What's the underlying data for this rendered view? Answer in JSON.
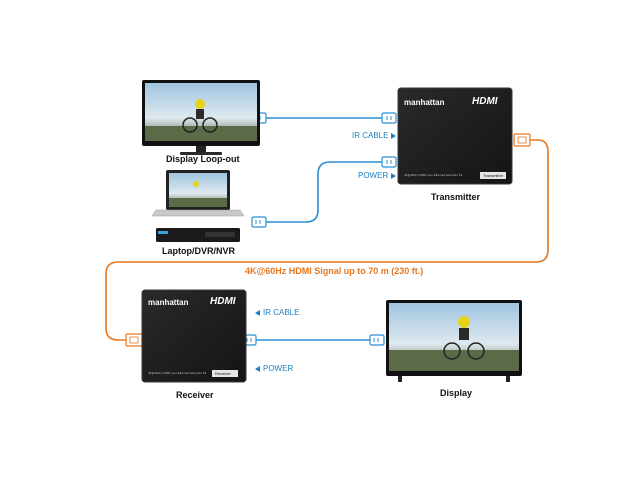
{
  "devices": {
    "display_loop_out": {
      "label": "Display Loop-out"
    },
    "source": {
      "label": "Laptop/DVR/NVR"
    },
    "transmitter": {
      "label": "Transmitter",
      "brand": "manhattan",
      "logo": "HDMI",
      "model_text": "4K@60Hz HDMI over Ethernet Extender Kit",
      "tag": "Transmitter"
    },
    "receiver": {
      "label": "Receiver",
      "brand": "manhattan",
      "logo": "HDMI",
      "model_text": "4K@60Hz HDMI over Ethernet Extender Kit",
      "tag": "Receiver"
    },
    "display": {
      "label": "Display"
    }
  },
  "ports": {
    "tx_ir": "IR CABLE",
    "tx_power": "POWER",
    "rx_ir": "IR CABLE",
    "rx_power": "POWER"
  },
  "signal_label": "4K@60Hz HDMI Signal up to 70 m (230 ft.)",
  "colors": {
    "hdmi_cable": "#2a8fd6",
    "ethernet_cable": "#e8761c",
    "device_body": "#1e1e1e",
    "label_blue": "#1b7fc2"
  },
  "icons": {
    "port_arrow_right": "arrow-right-icon",
    "port_arrow_left": "arrow-left-icon"
  }
}
